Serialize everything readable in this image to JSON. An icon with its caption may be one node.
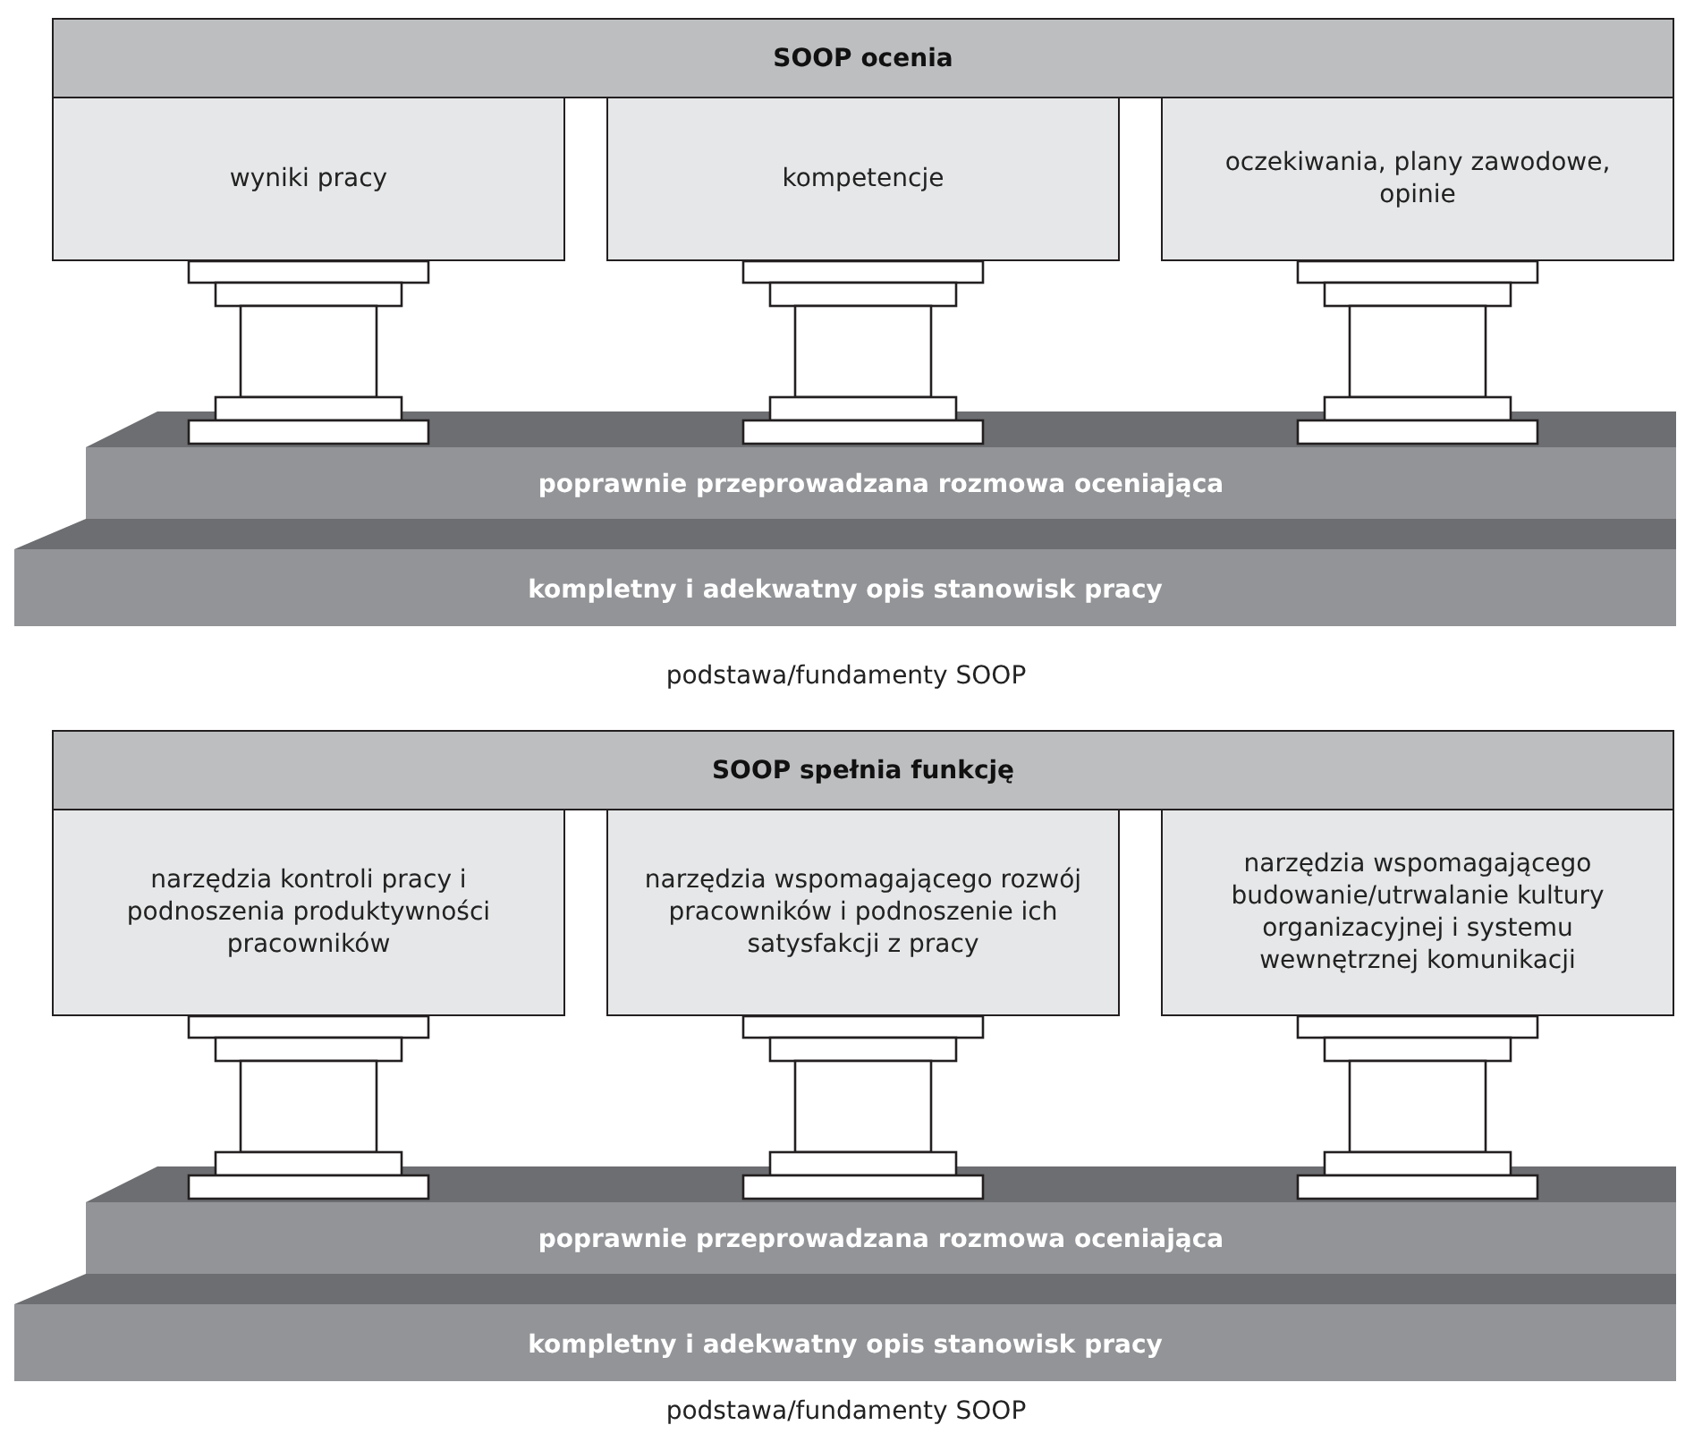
{
  "diagram": {
    "nodes": [
      {
        "text": [
          "SOOP ocenia"
        ]
      },
      {
        "text": [
          "wyniki pracy"
        ]
      },
      {
        "text": [
          "kompetencje"
        ]
      },
      {
        "text": [
          "oczekiwania, plany zawodowe, opinie"
        ]
      },
      {
        "text": [
          "poprawnie przeprowadzana rozmowa oceniająca"
        ]
      },
      {
        "text": [
          "kompletny i adekwatny opis stanowisk pracy"
        ]
      },
      {
        "text": [
          "SOOP spełnia funkcję"
        ]
      },
      {
        "text": [
          "narzędzia kontroli pracy i podnoszenia produktywności pracowników"
        ]
      },
      {
        "text": [
          "narzędzia wspomagającego rozwój pracowników i podnoszenie ich satysfakcji z pracy"
        ]
      },
      {
        "text": [
          "narzędzia wspomagającego budowanie/utrwalanie kultury organizacyjnej i systemu wewnętrznej komunikacji"
        ]
      },
      {
        "text": [
          "poprawnie przeprowadzana rozmowa oceniająca"
        ]
      },
      {
        "text": [
          "kompletny i adekwatny opis stanowisk pracy"
        ]
      }
    ],
    "labels": [
      "podstawa/fundamenty SOOP",
      "podstawa/fundamenty SOOP"
    ]
  }
}
